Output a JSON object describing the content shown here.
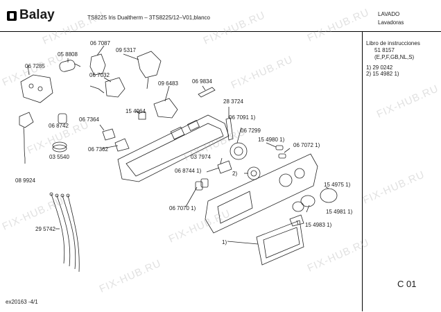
{
  "header": {
    "brand": "Balay",
    "model_line": "TS8225 Iris Dualtherm – 3TS8225/12–V01,blanco",
    "category": "LAVADO",
    "subcategory": "Lavadoras"
  },
  "sidebar": {
    "manual_title": "Libro de instrucciones",
    "manual_number": "51 8157",
    "manual_langs": "(E,P,F,GB,NL,S)",
    "note1": "1) 29 0242",
    "note2": "2) 15 4982 1)"
  },
  "parts": [
    "06 7087",
    "05 8808",
    "09 5317",
    "06 7285",
    "06 7032",
    "09 6483",
    "06 9834",
    "15 4964",
    "28 3724",
    "06 7091 1)",
    "06 7364",
    "06 8742",
    "06 7299",
    "06 7362",
    "15 4980 1)",
    "06 7072 1)",
    "03 5540",
    "08 9924",
    "03 7974",
    "06 8744 1)",
    "2)",
    "15 4975 1)",
    "06 7070 1)",
    "15 4981 1)",
    "29 5742",
    "15 4983 1)",
    "1)"
  ],
  "footer": {
    "doc_id": "ex20163 -4/1",
    "page": "C 01"
  },
  "watermark": "FIX-HUB.RU"
}
